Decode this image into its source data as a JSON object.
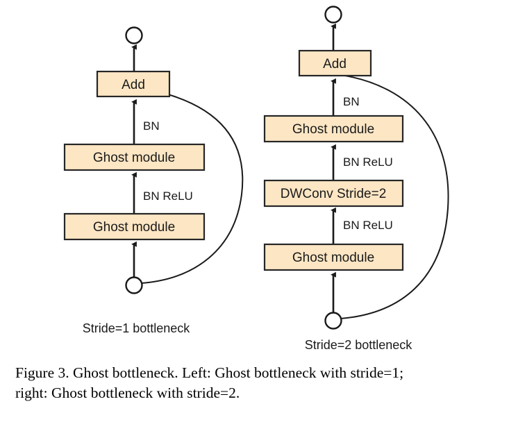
{
  "figure": {
    "caption_line1": "Figure 3. Ghost bottleneck. Left: Ghost bottleneck with stride=1;",
    "caption_line2": "right: Ghost bottleneck with stride=2.",
    "colors": {
      "box_fill": "#fce6c4",
      "box_stroke": "#262626",
      "line": "#1a1a1a",
      "background": "#ffffff",
      "text": "#1a1a1a"
    }
  },
  "diagram_left": {
    "caption": "Stride=1 bottleneck",
    "input_node": "input-circle",
    "output_node": "output-circle",
    "boxes": [
      {
        "label": "Add"
      },
      {
        "label": "Ghost module"
      },
      {
        "label": "Ghost module"
      }
    ],
    "edge_labels": [
      {
        "label": "BN"
      },
      {
        "label": "BN ReLU"
      }
    ],
    "skip_connection": "identity-shortcut"
  },
  "diagram_right": {
    "caption": "Stride=2 bottleneck",
    "input_node": "input-circle",
    "output_node": "output-circle",
    "boxes": [
      {
        "label": "Add"
      },
      {
        "label": "Ghost module"
      },
      {
        "label": "DWConv Stride=2"
      },
      {
        "label": "Ghost module"
      }
    ],
    "edge_labels": [
      {
        "label": "BN"
      },
      {
        "label": "BN ReLU"
      },
      {
        "label": "BN ReLU"
      }
    ],
    "skip_connection": "identity-shortcut"
  }
}
